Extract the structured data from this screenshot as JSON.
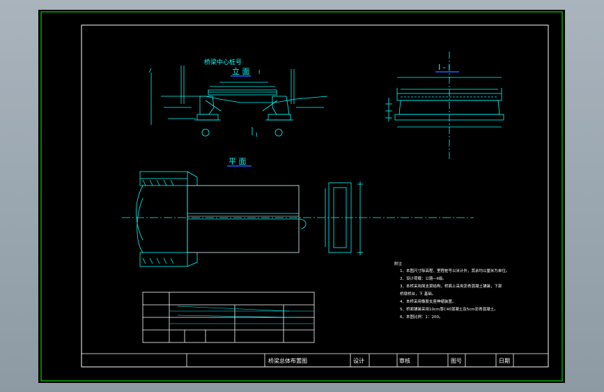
{
  "title_block": {
    "drawing_name": "桥梁总体布置图",
    "design": "设计",
    "review": "审核",
    "drawing_no": "图号",
    "date": "日期"
  },
  "views": {
    "elevation": "立 面",
    "plan": "平 面",
    "section": "I - I",
    "centerline": "桥梁中心桩号",
    "section_mark": "I"
  },
  "notes": {
    "heading": "附注",
    "items": [
      "1、本图尺寸除高程、里程桩号以米计外，其余均以厘米为单位。",
      "2、设计荷载：公路—Ⅱ级。",
      "3、本桥采用简支梁结构，桥面上采用沥青混凝土铺装，下部",
      "    桥墩桥台，下  基础。",
      "4、本桥采用橡胶支座伸缩装置。",
      "5、桥面铺装采用10cm厚C40混凝土及5cm沥青混凝土。",
      "6、本图比例：1：200。"
    ]
  },
  "colors": {
    "background": "#000000",
    "frame": "#ffffff",
    "line": "#00ffff",
    "outer_border": "#00ff00",
    "text": "#ffffff"
  }
}
